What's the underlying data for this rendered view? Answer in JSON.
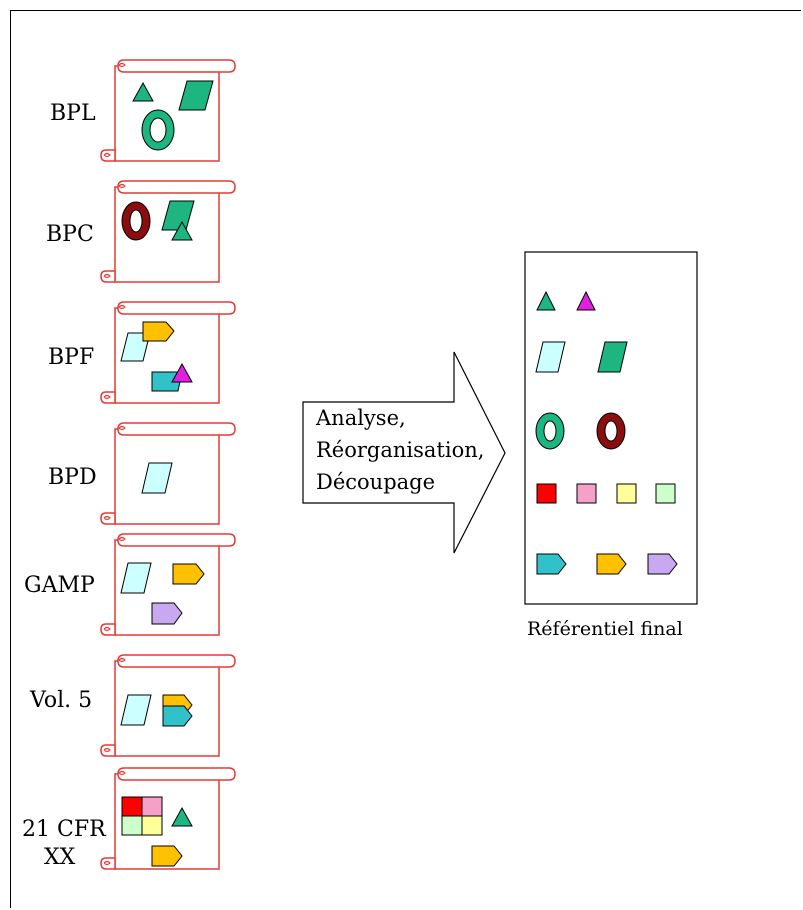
{
  "sources": [
    {
      "id": "bpl",
      "label": "BPL",
      "items": [
        "triangle-green",
        "ring-green",
        "parallelogram-green"
      ]
    },
    {
      "id": "bpc",
      "label": "BPC",
      "items": [
        "ring-darkred",
        "parallelogram-green",
        "triangle-green"
      ]
    },
    {
      "id": "bpf",
      "label": "BPF",
      "items": [
        "pentagon-yellow",
        "parallelogram-lightcyan",
        "parallelogram-teal",
        "triangle-magenta"
      ]
    },
    {
      "id": "bpd",
      "label": "BPD",
      "items": [
        "parallelogram-lightcyan"
      ]
    },
    {
      "id": "gamp",
      "label": "GAMP",
      "items": [
        "parallelogram-lightcyan",
        "pentagon-yellow",
        "pentagon-lavender"
      ]
    },
    {
      "id": "vol5",
      "label": "Vol. 5",
      "items": [
        "parallelogram-lightcyan",
        "pentagon-yellow",
        "pentagon-teal"
      ]
    },
    {
      "id": "cfr",
      "label_line1": "21 CFR",
      "label_line2": "XX",
      "items": [
        "square-red",
        "square-pink",
        "square-lightgreen",
        "square-lightyellow",
        "triangle-green",
        "pentagon-yellow"
      ]
    }
  ],
  "arrow": {
    "line1": "Analyse,",
    "line2": "Réorganisation,",
    "line3": "Découpage"
  },
  "final": {
    "caption": "Référentiel final",
    "rows": [
      [
        "triangle-green",
        "triangle-magenta"
      ],
      [
        "parallelogram-lightcyan",
        "parallelogram-green"
      ],
      [
        "ring-green",
        "ring-darkred"
      ],
      [
        "square-red",
        "square-pink",
        "square-lightyellow",
        "square-lightgreen"
      ],
      [
        "pentagon-teal",
        "pentagon-yellow",
        "pentagon-lavender"
      ]
    ]
  },
  "colors": {
    "scroll_outline": "#e53935",
    "green": "#1db580",
    "darkred": "#8b0d0d",
    "teal": "#30c2c8",
    "lightcyan": "#ccffff",
    "yellow": "#ffc000",
    "magenta": "#e020e0",
    "lavender": "#c8a8f0",
    "red": "#ff0000",
    "pink": "#f4a0c8",
    "lightyellow": "#ffff99",
    "lightgreen": "#ccffcc"
  }
}
